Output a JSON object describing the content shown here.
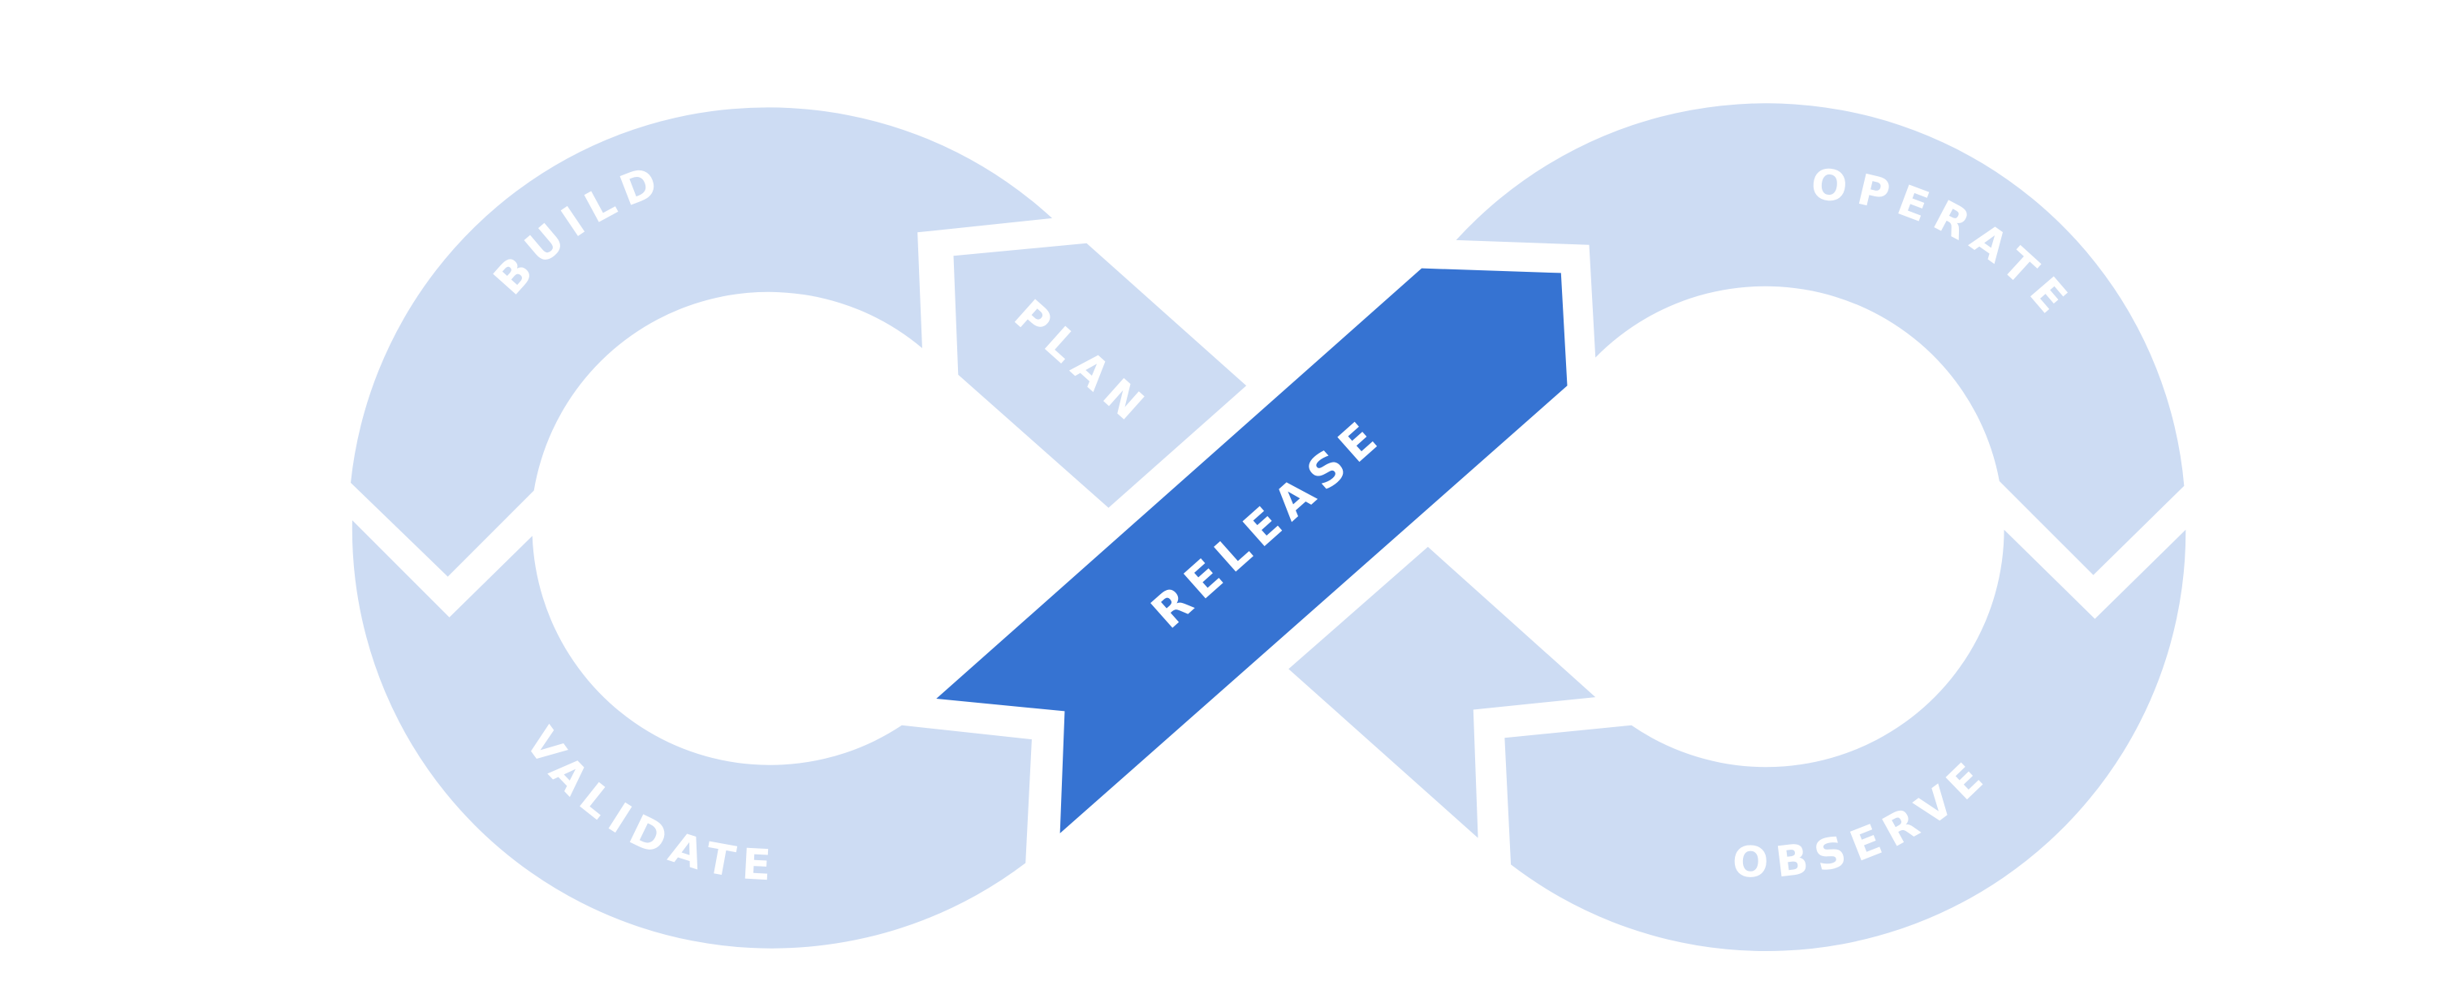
{
  "stages": {
    "plan": "PLAN",
    "build": "BUILD",
    "validate": "VALIDATE",
    "release": "RELEASE",
    "operate": "OPERATE",
    "observe": "OBSERVE"
  },
  "colors": {
    "light": "#cddcf3",
    "accent": "#3673d2",
    "label": "#ffffff",
    "background": "#ffffff"
  }
}
